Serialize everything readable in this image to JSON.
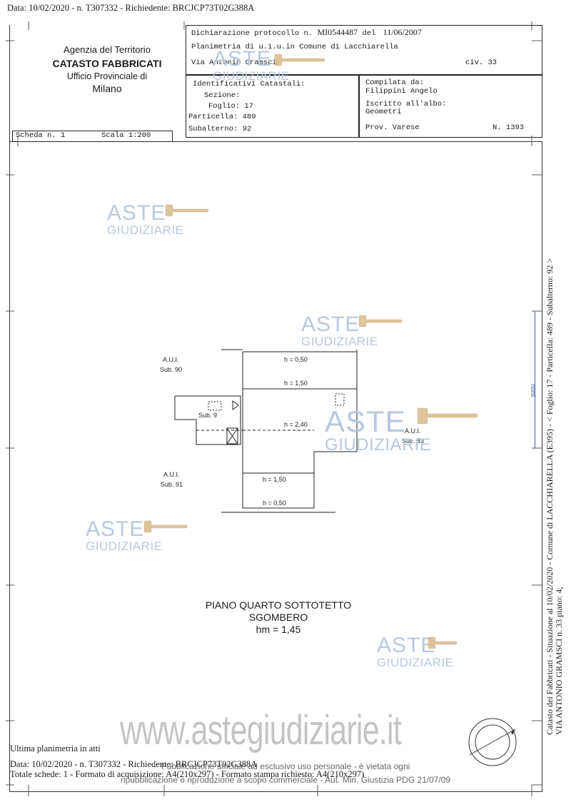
{
  "header": {
    "top_line": "Data: 10/02/2020 - n. T307332 - Richiedente: BRCJCP73T02G388A"
  },
  "office": {
    "line1": "Agenzia del Territorio",
    "line2": "CATASTO FABBRICATI",
    "line3": "Ufficio Provinciale di",
    "line4": "Milano"
  },
  "declaration": {
    "label": "Dichiarazione protocollo n.",
    "number": "MI0544487",
    "del_label": "del",
    "date": "11/06/2007",
    "planimetry": "Planimetria di u.i.u.in Comune di Lacchiarella",
    "address": "Via Antonio Gramsci",
    "civ": "civ. 33"
  },
  "identifiers": {
    "title": "Identificativi Catastali:",
    "sezione": "Sezione:",
    "foglio": "Foglio: 17",
    "particella": "Particella: 489",
    "subalterno": "Subalterno: 92"
  },
  "compiler": {
    "compilata_label": "Compilata da:",
    "compilata_name": "Filippini Angelo",
    "albo_label": "Iscritto all'albo:",
    "albo_value": "Geometri",
    "prov": "Prov. Varese",
    "num": "N. 1393"
  },
  "scheda": {
    "scheda": "Scheda n. 1",
    "scala": "Scala 1:200"
  },
  "plan": {
    "aui90_a": "A.U.I.",
    "aui90_b": "Sub. 90",
    "aui91_a": "A.U.I.",
    "aui91_b": "Sub. 91",
    "aui83_a": "A.U.I.",
    "aui83_b": "Sub. 83",
    "sub9": "Sub. 9",
    "h050_top": "h = 0,50",
    "h150_top": "h = 1,50",
    "h240": "h = 2,40",
    "h150_bot": "h = 1,50",
    "h050_bot": "h = 0,50"
  },
  "caption": {
    "line1": "PIANO QUARTO SOTTOTETTO",
    "line2": "SGOMBERO",
    "line3": "hm = 1,45"
  },
  "side": {
    "line1": "Catasto dei Fabbricati - Situazione al 10/02/2020 - Comune di LACCHIARELLA (E395) - < Foglio: 17 - Particella: 489 - Subalterno: 92 >",
    "line2": "VIA ANTONIO GRAMSCI n. 33 piano: 4;",
    "nord": "nord"
  },
  "watermark": {
    "aste": "ASTE",
    "giudiziarie": "GIUDIZIARIE",
    "url": "www.astegiudiziarie.it"
  },
  "footer": {
    "ultima": "Ultima planimetria in atti",
    "data_line": "Data: 10/02/2020 - n. T307332 - Richiedente: BRCJCP73T02G388A",
    "totale": "Totale schede: 1 - Formato di acquisizione: A4(210x297) - Formato stampa richiesto: A4(210x297)",
    "pub1": "Pubblicazione ufficiale ad esclusivo uso personale - è vietata ogni",
    "pub2": "ripubblicazione o riproduzione a scopo commerciale - Aut. Min. Giustizia PDG 21/07/09"
  },
  "colors": {
    "ink": "#1a1a1a",
    "watermark": "#b8c8e0",
    "hammer": "#d9b98a",
    "side_line": "#3a5aa8"
  }
}
